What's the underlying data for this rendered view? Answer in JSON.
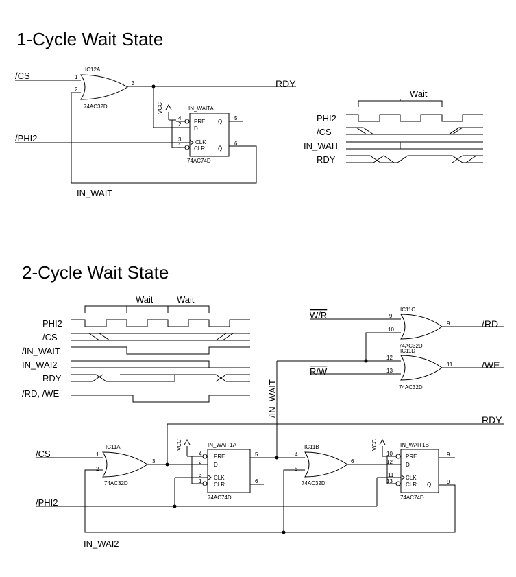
{
  "section1": {
    "title": "1-Cycle Wait State",
    "in_cs": "/CS",
    "in_phi2": "/PHI2",
    "out_rdy": "RDY",
    "feedback_net": "IN_WAIT",
    "vcc": "VCC",
    "or_gate": {
      "ref": "IC12A",
      "part": "74AC32D",
      "pins": [
        "1",
        "2",
        "3"
      ]
    },
    "flipflop": {
      "ref": "IN_WAITA",
      "part": "74AC74D",
      "pins": [
        "4",
        "2",
        "3",
        "1",
        "5",
        "6"
      ],
      "pin_labels": [
        "PRE",
        "D",
        "CLK",
        "CLR",
        "Q",
        "Q̄"
      ]
    },
    "timing": {
      "bracket_label": "Wait",
      "signals": [
        "PHI2",
        "/CS",
        "IN_WAIT",
        "RDY"
      ]
    }
  },
  "section2": {
    "title": "2-Cycle Wait State",
    "in_cs": "/CS",
    "in_phi2": "/PHI2",
    "in_wr": "W/R",
    "in_rw": "R/W",
    "out_rd": "/RD",
    "out_we": "/WE",
    "out_rdy": "RDY",
    "vertical_net": "/IN_WAIT",
    "feedback_net": "IN_WAI2",
    "vcc": "VCC",
    "gates": [
      {
        "ref": "IC11A",
        "part": "74AC32D",
        "pins": [
          "1",
          "2",
          "3"
        ]
      },
      {
        "ref": "IC11B",
        "part": "74AC32D",
        "pins": [
          "4",
          "5",
          "6"
        ]
      },
      {
        "ref": "IC11C",
        "part": "74AC32D",
        "pins": [
          "9",
          "10",
          "9"
        ]
      },
      {
        "ref": "IC11D",
        "part": "74AC32D",
        "pins": [
          "12",
          "13",
          "11"
        ]
      }
    ],
    "flipflops": [
      {
        "ref": "IN_WAIT1A",
        "part": "74AC74D",
        "pins": [
          "4",
          "2",
          "3",
          "1",
          "5",
          "6"
        ]
      },
      {
        "ref": "IN_WAIT1B",
        "part": "74AC74D",
        "pins": [
          "10",
          "12",
          "11",
          "13",
          "9",
          "9"
        ]
      }
    ],
    "pin_labels": [
      "PRE",
      "D",
      "CLK",
      "CLR",
      "Q",
      "Q̄"
    ],
    "timing": {
      "bracket_labels": [
        "Wait",
        "Wait"
      ],
      "signals": [
        "PHI2",
        "/CS",
        "/IN_WAIT",
        "IN_WAI2",
        "RDY",
        "/RD, /WE"
      ]
    }
  }
}
